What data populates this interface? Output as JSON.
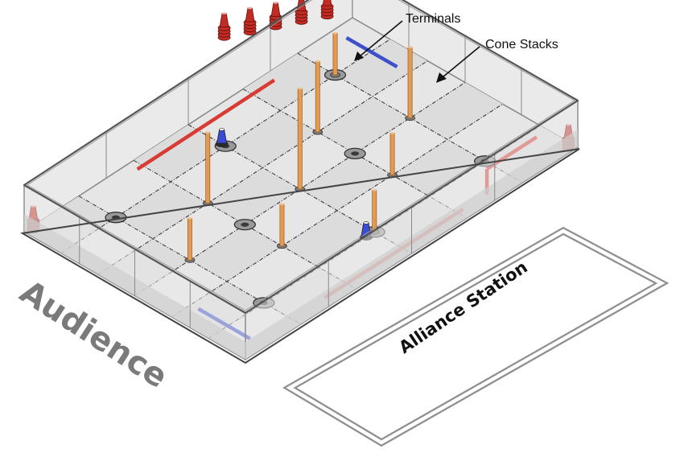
{
  "labels": {
    "terminals": "Terminals",
    "cone_stacks": "Cone Stacks",
    "audience": "Audience",
    "alliance_station": "Alliance Station"
  },
  "colors": {
    "floor": "#e6e6e6",
    "wall_glass": "#eaeaea",
    "wall_shade": "#cfcfcf",
    "rail": "#888888",
    "seam": "#3a3a3a",
    "tape_red": "#d83a34",
    "tape_blue": "#3d4fc9",
    "pole": "#e39a52",
    "cone_red": "#c42b23",
    "cone_blue": "#3a4bd6",
    "station": "#8f8f8f",
    "text": "#111111",
    "audience_text": "#7a7a7a"
  },
  "field": {
    "grid_tiles": 6,
    "wall_height_ratio": 0.16
  },
  "poles": [
    {
      "u": 1,
      "v": 3,
      "level": "low"
    },
    {
      "u": 2,
      "v": 2,
      "level": "mid"
    },
    {
      "u": 3,
      "v": 3,
      "level": "high"
    },
    {
      "u": 2,
      "v": 4,
      "level": "low"
    },
    {
      "u": 3,
      "v": 5,
      "level": "low"
    },
    {
      "u": 4,
      "v": 2,
      "level": "mid"
    },
    {
      "u": 4,
      "v": 4,
      "level": "low"
    },
    {
      "u": 5,
      "v": 3,
      "level": "mid"
    },
    {
      "u": 5,
      "v": 1,
      "level": "low"
    }
  ],
  "junctions": [
    {
      "u": 1,
      "v": 1
    },
    {
      "u": 1,
      "v": 5
    },
    {
      "u": 3,
      "v": 1
    },
    {
      "u": 3,
      "v": 5
    },
    {
      "u": 5,
      "v": 1
    },
    {
      "u": 5,
      "v": 5
    },
    {
      "u": 2,
      "v": 3
    },
    {
      "u": 4,
      "v": 3
    }
  ],
  "field_cones": [
    {
      "u": 3.0,
      "v": 0.9,
      "color": "blue"
    },
    {
      "u": 2.85,
      "v": 5.0,
      "color": "blue"
    }
  ],
  "cone_stacks": [
    {
      "u": 0.1,
      "v": 0.1
    },
    {
      "u": 5.9,
      "v": 5.9
    },
    {
      "u": 5.95,
      "v": -0.6
    },
    {
      "u": 5.65,
      "v": -0.85
    },
    {
      "u": 5.35,
      "v": -1.1
    },
    {
      "u": 5.05,
      "v": -1.35
    },
    {
      "u": 4.75,
      "v": -1.6
    }
  ],
  "tape": [
    {
      "color": "red",
      "side": "top"
    },
    {
      "color": "red",
      "side": "bottom"
    },
    {
      "color": "blue",
      "side": "left"
    },
    {
      "color": "blue",
      "side": "right"
    },
    {
      "color": "red",
      "side": "right-corner"
    }
  ]
}
